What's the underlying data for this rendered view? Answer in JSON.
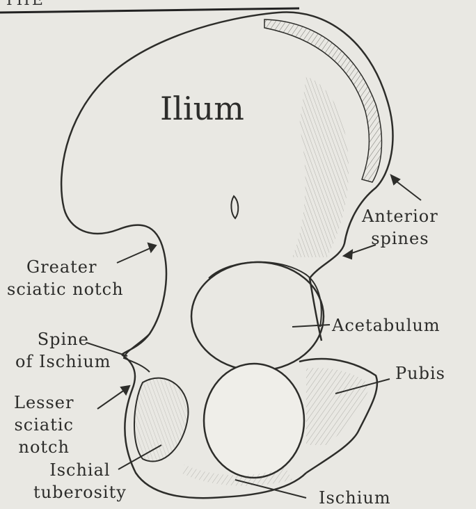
{
  "header": {
    "title": "THE"
  },
  "labels": {
    "ilium": "Ilium",
    "anterior_spines": [
      "Anterior",
      "spines"
    ],
    "greater_sciatic_notch": [
      "Greater",
      "sciatic notch"
    ],
    "acetabulum": "Acetabulum",
    "spine_of_ischium": [
      "Spine",
      "of Ischium"
    ],
    "pubis": "Pubis",
    "lesser_sciatic_notch": [
      "Lesser",
      "sciatic",
      "notch"
    ],
    "ischial_tuberosity": [
      "Ischial",
      "tuberosity"
    ],
    "ischium": "Ischium"
  }
}
